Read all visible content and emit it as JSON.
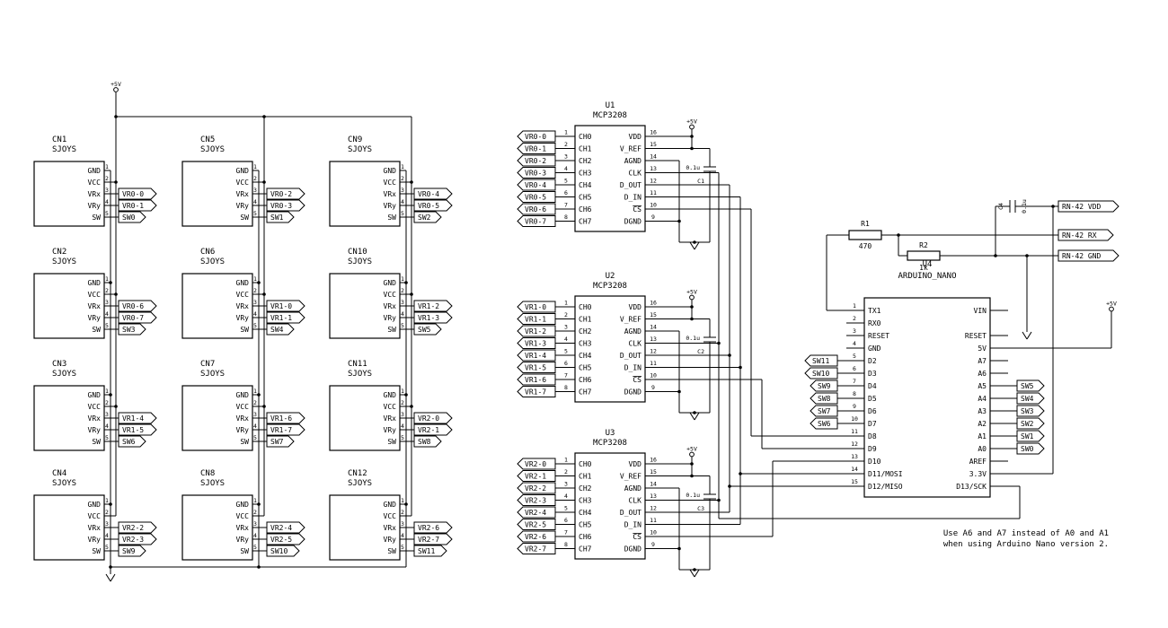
{
  "power": {
    "vcc": "+5V"
  },
  "connectors": {
    "type": "SJOYS",
    "pin_names": [
      "GND",
      "VCC",
      "VRx",
      "VRy",
      "SW"
    ],
    "pin_numbers": [
      "1",
      "2",
      "3",
      "4",
      "5"
    ],
    "items": [
      {
        "ref": "CN1",
        "col": 0,
        "row": 0,
        "nets": [
          "VR0-0",
          "VR0-1",
          "SW0"
        ]
      },
      {
        "ref": "CN2",
        "col": 0,
        "row": 1,
        "nets": [
          "VR0-6",
          "VR0-7",
          "SW3"
        ]
      },
      {
        "ref": "CN3",
        "col": 0,
        "row": 2,
        "nets": [
          "VR1-4",
          "VR1-5",
          "SW6"
        ]
      },
      {
        "ref": "CN4",
        "col": 0,
        "row": 3,
        "nets": [
          "VR2-2",
          "VR2-3",
          "SW9"
        ]
      },
      {
        "ref": "CN5",
        "col": 1,
        "row": 0,
        "nets": [
          "VR0-2",
          "VR0-3",
          "SW1"
        ]
      },
      {
        "ref": "CN6",
        "col": 1,
        "row": 1,
        "nets": [
          "VR1-0",
          "VR1-1",
          "SW4"
        ]
      },
      {
        "ref": "CN7",
        "col": 1,
        "row": 2,
        "nets": [
          "VR1-6",
          "VR1-7",
          "SW7"
        ]
      },
      {
        "ref": "CN8",
        "col": 1,
        "row": 3,
        "nets": [
          "VR2-4",
          "VR2-5",
          "SW10"
        ]
      },
      {
        "ref": "CN9",
        "col": 2,
        "row": 0,
        "nets": [
          "VR0-4",
          "VR0-5",
          "SW2"
        ]
      },
      {
        "ref": "CN10",
        "col": 2,
        "row": 1,
        "nets": [
          "VR1-2",
          "VR1-3",
          "SW5"
        ]
      },
      {
        "ref": "CN11",
        "col": 2,
        "row": 2,
        "nets": [
          "VR2-0",
          "VR2-1",
          "SW8"
        ]
      },
      {
        "ref": "CN12",
        "col": 2,
        "row": 3,
        "nets": [
          "VR2-6",
          "VR2-7",
          "SW11"
        ]
      }
    ]
  },
  "adcs": {
    "part": "MCP3208",
    "left_pins": [
      {
        "num": "1",
        "name": "CH0"
      },
      {
        "num": "2",
        "name": "CH1"
      },
      {
        "num": "3",
        "name": "CH2"
      },
      {
        "num": "4",
        "name": "CH3"
      },
      {
        "num": "5",
        "name": "CH4"
      },
      {
        "num": "6",
        "name": "CH5"
      },
      {
        "num": "7",
        "name": "CH6"
      },
      {
        "num": "8",
        "name": "CH7"
      }
    ],
    "right_pins": [
      {
        "num": "16",
        "name": "VDD"
      },
      {
        "num": "15",
        "name": "V_REF"
      },
      {
        "num": "14",
        "name": "AGND"
      },
      {
        "num": "13",
        "name": "CLK"
      },
      {
        "num": "12",
        "name": "D_OUT"
      },
      {
        "num": "11",
        "name": "D_IN"
      },
      {
        "num": "10",
        "name": "CS",
        "overline": true
      },
      {
        "num": "9",
        "name": "DGND"
      }
    ],
    "items": [
      {
        "ref": "U1",
        "cap_ref": "C1",
        "cap_value": "0.1u",
        "inputs": [
          "VR0-0",
          "VR0-1",
          "VR0-2",
          "VR0-3",
          "VR0-4",
          "VR0-5",
          "VR0-6",
          "VR0-7"
        ]
      },
      {
        "ref": "U2",
        "cap_ref": "C2",
        "cap_value": "0.1u",
        "inputs": [
          "VR1-0",
          "VR1-1",
          "VR1-2",
          "VR1-3",
          "VR1-4",
          "VR1-5",
          "VR1-6",
          "VR1-7"
        ]
      },
      {
        "ref": "U3",
        "cap_ref": "C3",
        "cap_value": "0.1u",
        "inputs": [
          "VR2-0",
          "VR2-1",
          "VR2-2",
          "VR2-3",
          "VR2-4",
          "VR2-5",
          "VR2-6",
          "VR2-7"
        ]
      }
    ]
  },
  "arduino": {
    "ref": "U4",
    "part": "ARDUINO_NANO",
    "left_pins": [
      {
        "num": "1",
        "name": "TX1"
      },
      {
        "num": "2",
        "name": "RX0"
      },
      {
        "num": "3",
        "name": "RESET"
      },
      {
        "num": "4",
        "name": "GND"
      },
      {
        "num": "5",
        "name": "D2"
      },
      {
        "num": "6",
        "name": "D3"
      },
      {
        "num": "7",
        "name": "D4"
      },
      {
        "num": "8",
        "name": "D5"
      },
      {
        "num": "9",
        "name": "D6"
      },
      {
        "num": "10",
        "name": "D7"
      },
      {
        "num": "11",
        "name": "D8"
      },
      {
        "num": "12",
        "name": "D9"
      },
      {
        "num": "13",
        "name": "D10"
      },
      {
        "num": "14",
        "name": "D11/MOSI"
      },
      {
        "num": "15",
        "name": "D12/MISO"
      }
    ],
    "right_pins": [
      {
        "row": 1,
        "name": "VIN"
      },
      {
        "row": 3,
        "name": "RESET"
      },
      {
        "row": 4,
        "name": "5V"
      },
      {
        "row": 5,
        "name": "A7"
      },
      {
        "row": 6,
        "name": "A6"
      },
      {
        "row": 7,
        "name": "A5"
      },
      {
        "row": 8,
        "name": "A4"
      },
      {
        "row": 9,
        "name": "A3"
      },
      {
        "row": 10,
        "name": "A2"
      },
      {
        "row": 11,
        "name": "A1"
      },
      {
        "row": 12,
        "name": "A0"
      },
      {
        "row": 13,
        "name": "AREF"
      },
      {
        "row": 14,
        "name": "3.3V"
      },
      {
        "row": 15,
        "name": "D13/SCK"
      }
    ],
    "left_flags": [
      {
        "row": 5,
        "net": "SW11"
      },
      {
        "row": 6,
        "net": "SW10"
      },
      {
        "row": 7,
        "net": "SW9"
      },
      {
        "row": 8,
        "net": "SW8"
      },
      {
        "row": 9,
        "net": "SW7"
      },
      {
        "row": 10,
        "net": "SW6"
      }
    ],
    "right_flags": [
      {
        "row": 7,
        "net": "SW5"
      },
      {
        "row": 8,
        "net": "SW4"
      },
      {
        "row": 9,
        "net": "SW3"
      },
      {
        "row": 10,
        "net": "SW2"
      },
      {
        "row": 11,
        "net": "SW1"
      },
      {
        "row": 12,
        "net": "SW0"
      }
    ]
  },
  "bluetooth": {
    "r1": {
      "ref": "R1",
      "value": "470"
    },
    "r2": {
      "ref": "R2",
      "value": "1k"
    },
    "c4": {
      "ref": "C4",
      "value": "0.1u"
    },
    "flags": [
      "RN-42 VDD",
      "RN-42 RX",
      "RN-42 GND"
    ]
  },
  "note": {
    "line1": "Use A6 and A7 instead of A0 and A1",
    "line2": "when using Arduino Nano version 2."
  }
}
